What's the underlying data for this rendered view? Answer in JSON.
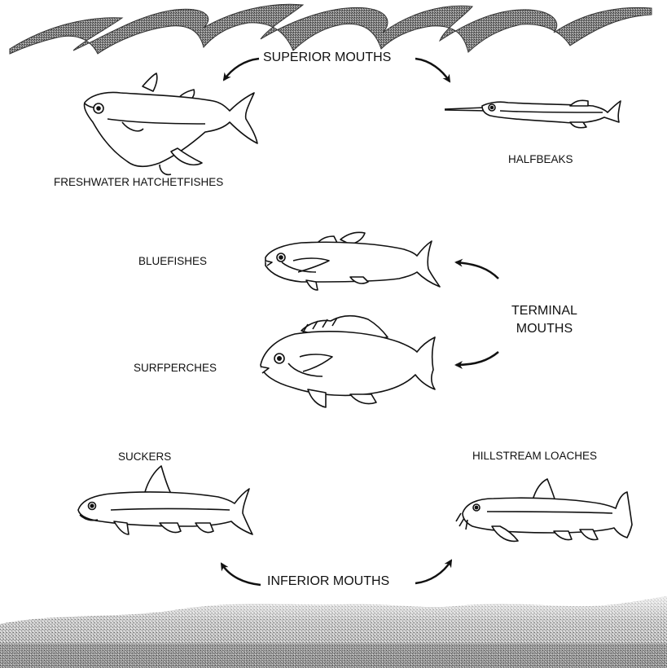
{
  "labels": {
    "superior": "SUPERIOR MOUTHS",
    "terminal_line1": "TERMINAL",
    "terminal_line2": "MOUTHS",
    "inferior": "INFERIOR MOUTHS"
  },
  "species": {
    "hatchetfishes": "FRESHWATER HATCHETFISHES",
    "halfbeaks": "HALFBEAKS",
    "bluefishes": "BLUEFISHES",
    "surfperches": "SURFPERCHES",
    "suckers": "SUCKERS",
    "loaches": "HILLSTREAM LOACHES"
  },
  "colors": {
    "ink": "#111111",
    "water_surface": "#6e6e6e",
    "bottom": "#8c8c8c"
  }
}
